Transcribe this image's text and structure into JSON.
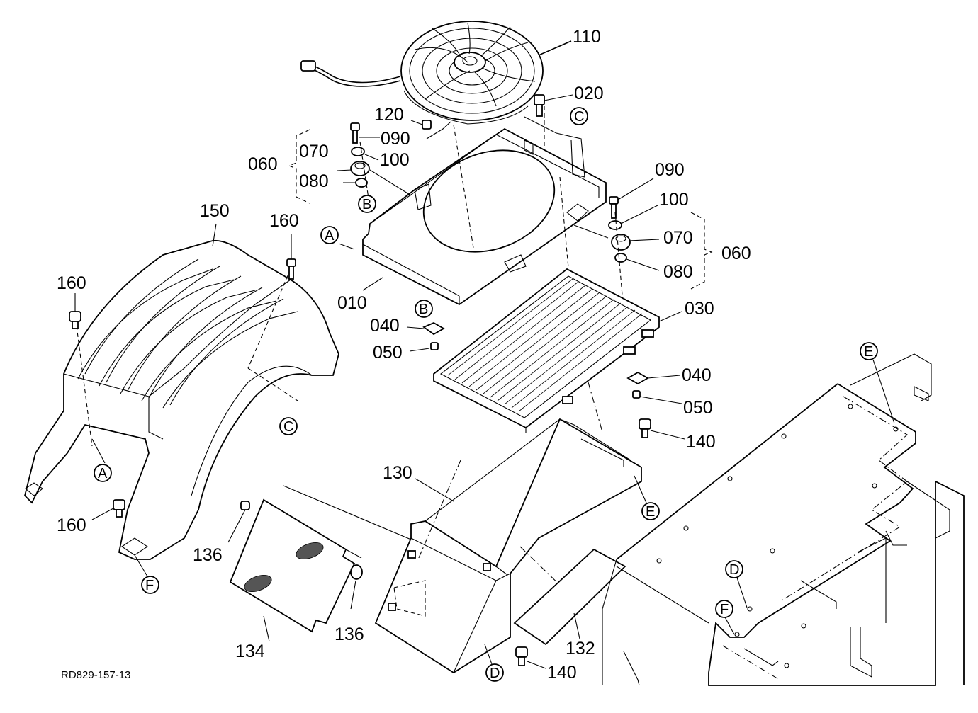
{
  "diagram": {
    "drawing_code": "RD829-157-13",
    "part_labels": {
      "p110": "110",
      "p020": "020",
      "p120": "120",
      "p090a": "090",
      "p100a": "100",
      "p070a": "070",
      "p060a": "060",
      "p080a": "080",
      "p090b": "090",
      "p100b": "100",
      "p070b": "070",
      "p060b": "060",
      "p080b": "080",
      "p150": "150",
      "p160a": "160",
      "p160b": "160",
      "p160c": "160",
      "p010": "010",
      "p030": "030",
      "p040a": "040",
      "p050a": "050",
      "p040b": "040",
      "p050b": "050",
      "p140a": "140",
      "p140b": "140",
      "p130": "130",
      "p136a": "136",
      "p136b": "136",
      "p134": "134",
      "p132": "132"
    },
    "ref_marks": {
      "c_top": "C",
      "b_top": "B",
      "a_left": "A",
      "b_mid": "B",
      "c_fender": "C",
      "a_fender": "A",
      "f_fender": "F",
      "e_right": "E",
      "e_duct": "E",
      "d_right": "D",
      "f_right": "F",
      "d_bottom": "D"
    }
  }
}
